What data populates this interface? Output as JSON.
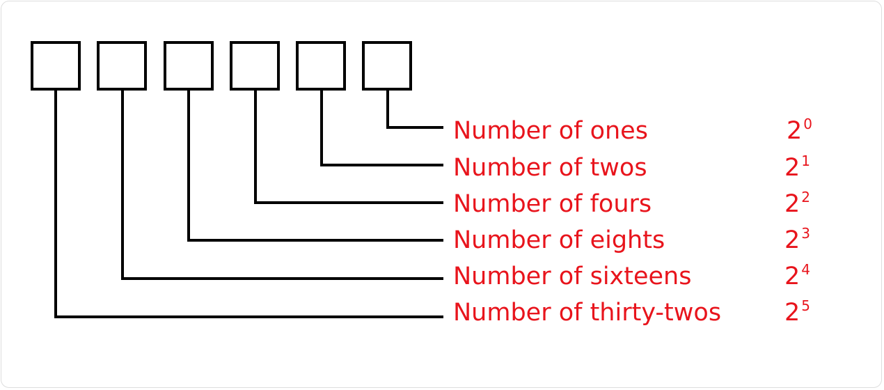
{
  "diagram": {
    "label_color": "#e8141c",
    "line_color": "#000000",
    "rows": [
      {
        "label": "Number of ones",
        "base": "2",
        "exp": "0"
      },
      {
        "label": "Number of twos",
        "base": "2",
        "exp": "1"
      },
      {
        "label": "Number of fours",
        "base": "2",
        "exp": "2"
      },
      {
        "label": "Number of eights",
        "base": "2",
        "exp": "3"
      },
      {
        "label": "Number of sixteens",
        "base": "2",
        "exp": "4"
      },
      {
        "label": "Number of thirty-twos",
        "base": "2",
        "exp": "5"
      }
    ]
  }
}
